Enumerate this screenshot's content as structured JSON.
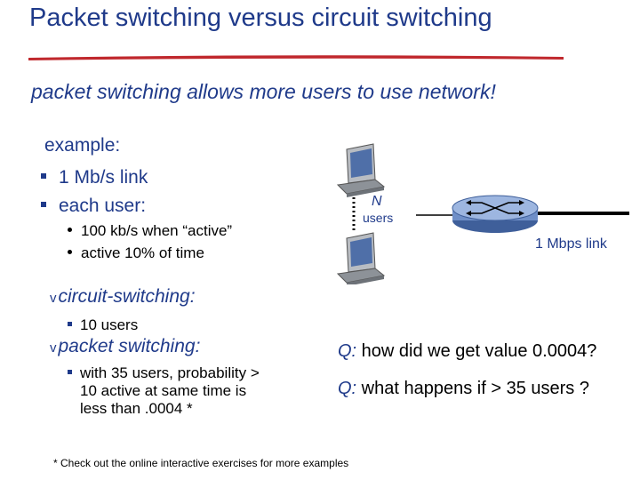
{
  "slide": {
    "title": "Packet switching versus circuit switching",
    "subtitle": "packet switching allows more users to use network!",
    "example": {
      "heading": "example:",
      "items": [
        "1 Mb/s link",
        "each user:"
      ],
      "subitems": [
        "100 kb/s when “active”",
        "active 10% of time"
      ]
    },
    "circuit": {
      "heading": "circuit-switching:",
      "item": "10 users"
    },
    "packet": {
      "heading": "packet switching:",
      "item_lines": [
        "with 35 users, probability >",
        "10 active at same time is",
        "less than .0004 *"
      ]
    },
    "questions": [
      {
        "q": "Q:",
        "text": " how did we get value 0.0004?"
      },
      {
        "q": "Q:",
        "text": " what happens if > 35 users ?"
      }
    ],
    "footnote": "* Check out the online interactive exercises for more examples",
    "diagram": {
      "n_label": "N",
      "users_label": "users",
      "link_label": "1 Mbps link"
    },
    "colors": {
      "accent": "#1f3a8a",
      "rule": "#c0282d"
    },
    "bullet_marker": "v"
  }
}
